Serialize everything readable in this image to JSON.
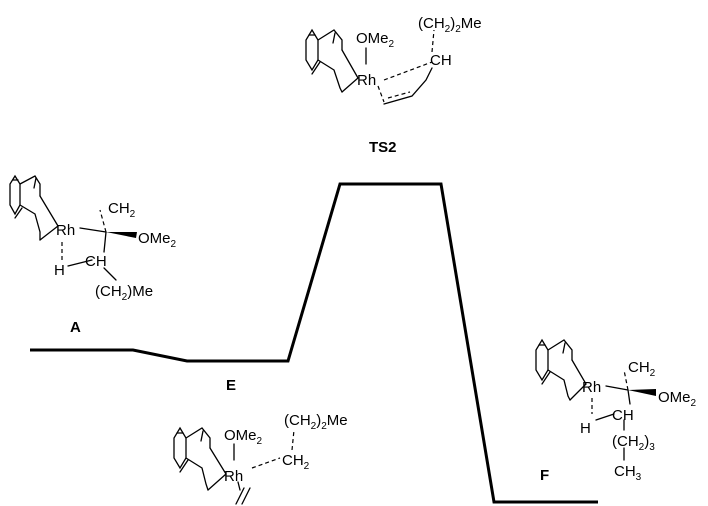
{
  "energy_profile": {
    "states": [
      "A",
      "E",
      "TS2",
      "F"
    ]
  },
  "structures": {
    "A": {
      "metal": "Rh",
      "group_top": "CH",
      "group_top_sub": "2",
      "ligand": "OMe",
      "ligand_sub": "2",
      "hydride": "H",
      "group_mid": "CH",
      "chain_open": "(CH",
      "chain_sub": "2",
      "chain_close": ")Me"
    },
    "E": {
      "metal": "Rh",
      "ligand": "OMe",
      "ligand_sub": "2",
      "chain_open": "(CH",
      "chain_sub": "2",
      "chain_close": ")",
      "chain_tail_sub": "2",
      "chain_tail": "Me",
      "alkyl": "CH",
      "alkyl_sub": "2"
    },
    "TS2": {
      "metal": "Rh",
      "ligand": "OMe",
      "ligand_sub": "2",
      "chain_open": "(CH",
      "chain_sub": "2",
      "chain_close": ")",
      "chain_tail_sub": "2",
      "chain_tail": "Me",
      "carbon": "CH"
    },
    "F": {
      "metal": "Rh",
      "group_top": "CH",
      "group_top_sub": "2",
      "ligand": "OMe",
      "ligand_sub": "2",
      "hydride": "H",
      "group_mid": "CH",
      "chain_open": "(CH",
      "chain_sub": "2",
      "chain_close": ")",
      "chain_count_sub": "3",
      "methyl": "CH",
      "methyl_sub": "3"
    }
  }
}
